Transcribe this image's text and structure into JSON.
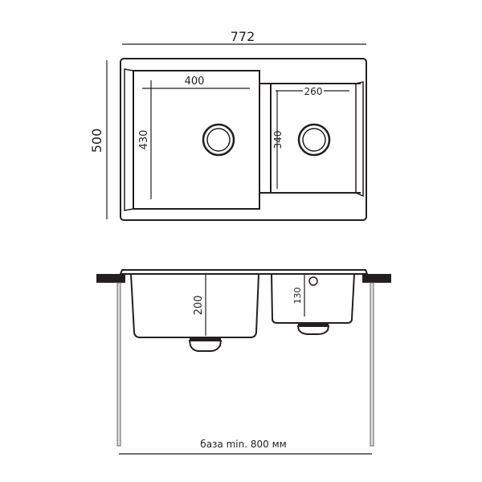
{
  "top_view": {
    "overall_width": "772",
    "overall_depth": "500",
    "left_bowl_width": "400",
    "left_bowl_depth": "430",
    "right_bowl_width": "260",
    "right_bowl_depth": "340"
  },
  "side_view": {
    "left_bowl_height": "200",
    "right_bowl_height": "130",
    "base_label": "база min. 800 мм"
  },
  "colors": {
    "line": "#231f20",
    "wall": "#8a8a8a"
  }
}
